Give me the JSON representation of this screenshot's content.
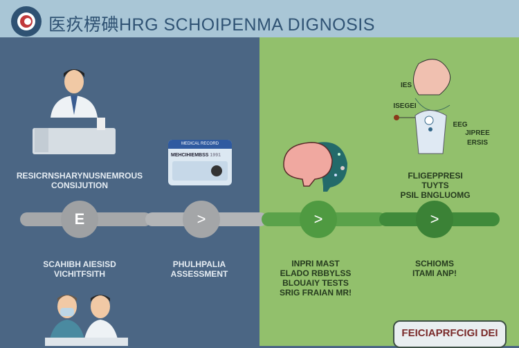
{
  "header": {
    "title": "医疚楞碘HRG SCHOIPENMA DIGNOSIS",
    "logo_icon": "medical-logo-icon"
  },
  "steps": [
    {
      "label": "RESICRNSHARYNUSNEMROUS\nCONSIJUTION",
      "node": "E",
      "caption": "SCAHIBH AIESISD\nVICHITFSITH"
    },
    {
      "label": "",
      "node": ">",
      "caption": "PHULHPALIA\nASSESSMENT"
    },
    {
      "label": "",
      "node": ">",
      "caption": "INPRI MAST\nELADO RBBYLSS\nBLOUAIY TESTS\nSRIG FRAIAN MR!"
    },
    {
      "label": "FLIGEPPRESI TUYTS\nPSIL BNGLUOMG",
      "node": ">",
      "caption": "SCHIOMS\nITAMI ANP!"
    }
  ],
  "card": {
    "header": "MEDICAL RECORD",
    "title": "MEHCIHIEMBSS",
    "num": "1991"
  },
  "diagram_labels": [
    "IES",
    "ISEGEI",
    "EEG",
    "JIPREE ERSIS"
  ],
  "badge": "FEICIAPRFCIGI DEI",
  "colors": {
    "header": "#a9c6d6",
    "left": "#4b6684",
    "right": "#92c06c",
    "green_dark": "#3f8a3a"
  }
}
